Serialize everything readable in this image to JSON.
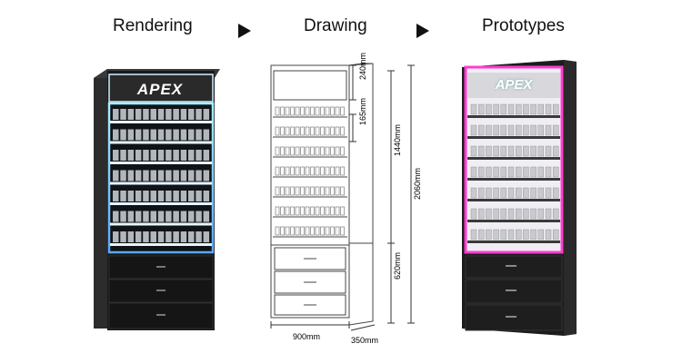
{
  "steps": {
    "rendering": "Rendering",
    "drawing": "Drawing",
    "prototypes": "Prototypes"
  },
  "brand_logo_text": "APEX",
  "dimensions": {
    "header_height": "240mm",
    "shelf_spacing": "165mm",
    "display_height": "1440mm",
    "total_height": "2060mm",
    "drawer_height": "620mm",
    "width": "900mm",
    "depth": "350mm"
  },
  "colors": {
    "rendering_light": "#7ee0ff",
    "prototype_light": "#ff33cc",
    "cabinet_body": "#1b1b1b"
  }
}
